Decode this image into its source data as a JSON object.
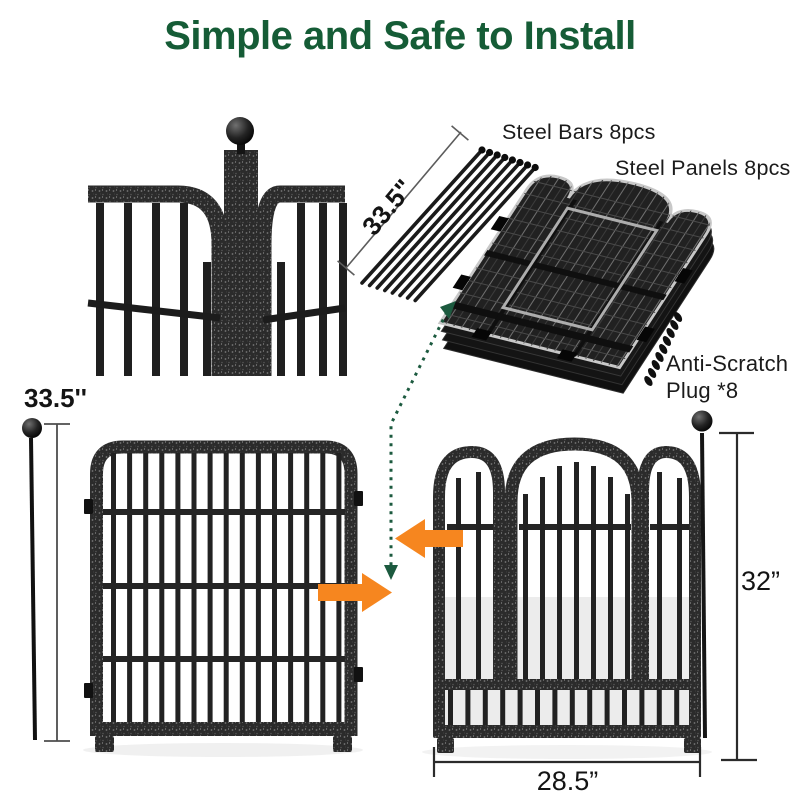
{
  "title": "Simple and Safe to Install",
  "labels": {
    "steel_bars": "Steel Bars 8pcs",
    "steel_panels": "Steel Panels 8pcs",
    "anti_scratch_1": "Anti-Scratch",
    "anti_scratch_2": "Plug *8"
  },
  "measurements": {
    "bar_length": "33.5\"",
    "left_panel_height": "33.5''",
    "right_panel_height": "32”",
    "right_panel_width": "28.5”"
  },
  "counts": {
    "steel_bars_pcs": 8,
    "steel_panels_pcs": 8,
    "anti_scratch_plugs": 8
  },
  "colors": {
    "title_green": "#155C36",
    "arrow_orange": "#F6861F",
    "dashed_arrow_green": "#1C5A3F",
    "fence_black": "#2B2B2B",
    "background": "#FFFFFF"
  }
}
